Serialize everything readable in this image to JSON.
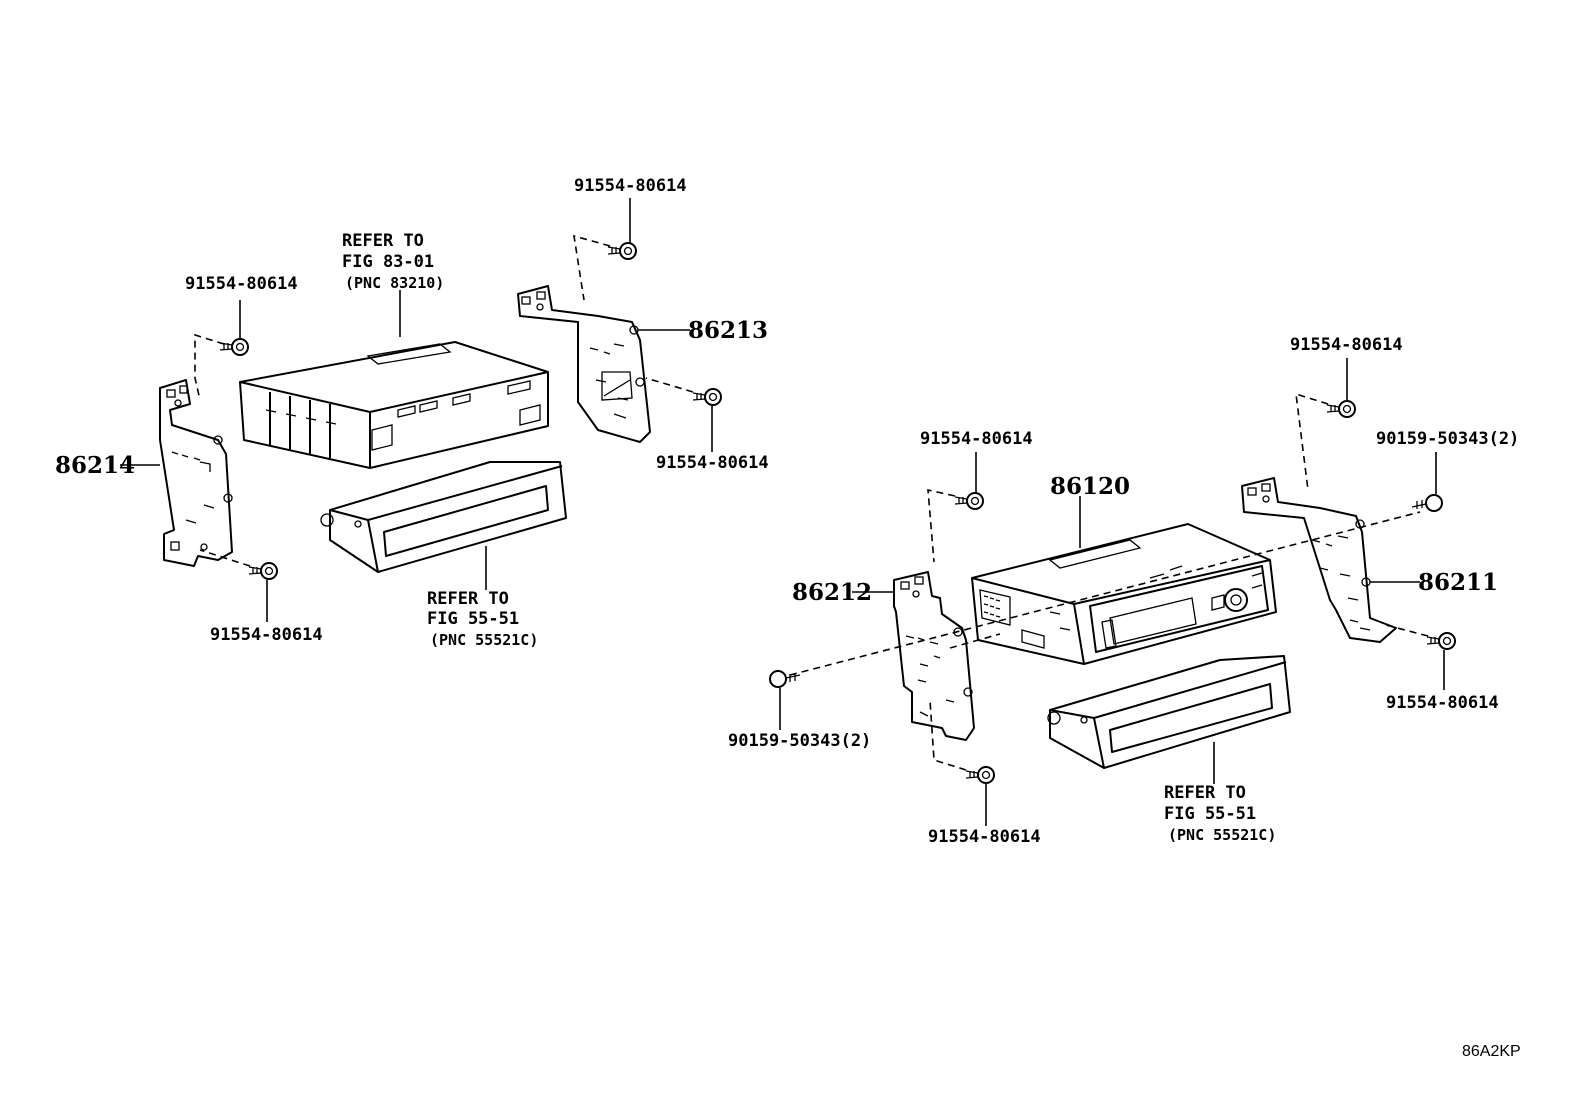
{
  "diagram_code": "86A2KP",
  "left_assembly": {
    "unit_ref": {
      "line1": "REFER TO",
      "line2": "FIG 83-01",
      "line3": "(PNC 83210)"
    },
    "tray_ref": {
      "line1": "REFER TO",
      "line2": "FIG 55-51",
      "line3": "(PNC 55521C)"
    },
    "bracket_left": "86214",
    "bracket_right": "86213",
    "screw_top_left": "91554-80614",
    "screw_bottom_left": "91554-80614",
    "screw_top_right": "91554-80614",
    "screw_mid_right": "91554-80614"
  },
  "right_assembly": {
    "unit": "86120",
    "tray_ref": {
      "line1": "REFER TO",
      "line2": "FIG 55-51",
      "line3": "(PNC 55521C)"
    },
    "bracket_left": "86212",
    "bracket_right": "86211",
    "screw_top_left": "91554-80614",
    "screw_bottom_left": "91554-80614",
    "screw_top_right": "91554-80614",
    "screw_bottom_right": "91554-80614",
    "bolt_left": "90159-50343(2)",
    "bolt_right": "90159-50343(2)"
  }
}
